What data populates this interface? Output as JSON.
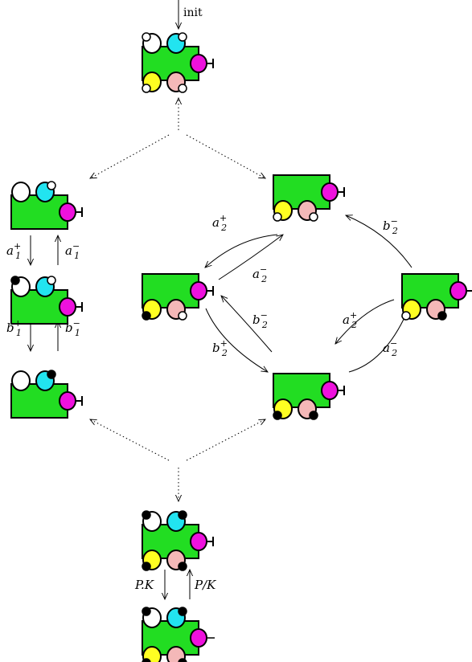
{
  "colors": {
    "body": "#22dd22",
    "white_site": "#ffffff",
    "cyan_site": "#22e4f0",
    "yellow_site": "#ffff22",
    "pink_site": "#f4b8b8",
    "magenta_site": "#ee11dd",
    "bound": "#000000",
    "free": "#ffffff"
  },
  "labels": {
    "init": "init",
    "a1p": {
      "base": "a",
      "sub": "1",
      "sup": "+"
    },
    "a1m": {
      "base": "a",
      "sub": "1",
      "sup": "−"
    },
    "b1p": {
      "base": "b",
      "sub": "1",
      "sup": "+"
    },
    "b1m": {
      "base": "b",
      "sub": "1",
      "sup": "−"
    },
    "a2p_top": {
      "base": "a",
      "sub": "2",
      "sup": "+"
    },
    "a2m_top": {
      "base": "a",
      "sub": "2",
      "sup": "−"
    },
    "b2m_right": {
      "base": "b",
      "sub": "2",
      "sup": "−"
    },
    "b2m_mid": {
      "base": "b",
      "sub": "2",
      "sup": "−"
    },
    "b2p_mid": {
      "base": "b",
      "sub": "2",
      "sup": "+"
    },
    "a2p_right": {
      "base": "a",
      "sub": "2",
      "sup": "+"
    },
    "a2m_right": {
      "base": "a",
      "sub": "2",
      "sup": "−"
    },
    "pk_fwd": "P.K",
    "pk_back": "P/K"
  }
}
